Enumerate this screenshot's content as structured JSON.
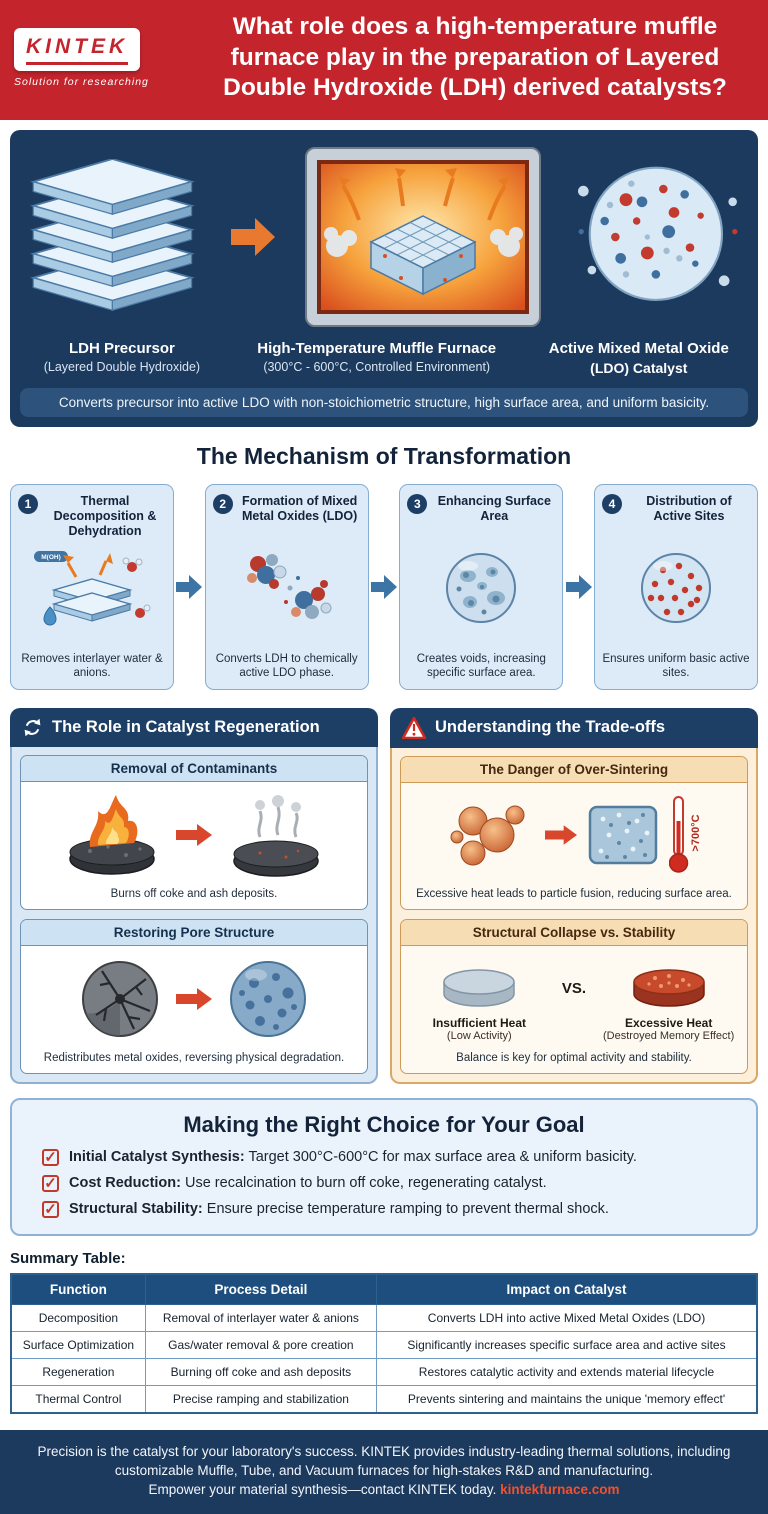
{
  "icons": {
    "check": "✓"
  },
  "header": {
    "logo_text": "KINTEK",
    "logo_tagline": "Solution for researching",
    "title": "What role does a high-temperature muffle furnace play in the preparation of Layered Double Hydroxide (LDH) derived catalysts?"
  },
  "hero": {
    "items": [
      {
        "label": "LDH Precursor",
        "sublabel": "(Layered Double Hydroxide)"
      },
      {
        "label": "High-Temperature Muffle Furnace",
        "sublabel": "(300°C - 600°C, Controlled Environment)"
      },
      {
        "label": "Active Mixed Metal Oxide",
        "sublabel": "(LDO) Catalyst"
      }
    ],
    "caption": "Converts precursor into active LDO with non-stoichiometric structure, high surface area, and uniform basicity."
  },
  "mechanism": {
    "title": "The Mechanism of Transformation",
    "step1_molecule": "M(OH)",
    "steps": [
      {
        "num": "1",
        "title": "Thermal Decomposition & Dehydration",
        "desc": "Removes interlayer water & anions."
      },
      {
        "num": "2",
        "title": "Formation of Mixed Metal Oxides (LDO)",
        "desc": "Converts LDH to chemically active LDO phase."
      },
      {
        "num": "3",
        "title": "Enhancing Surface Area",
        "desc": "Creates voids, increasing specific surface area."
      },
      {
        "num": "4",
        "title": "Distribution of Active Sites",
        "desc": "Ensures uniform basic active sites."
      }
    ]
  },
  "regeneration": {
    "title": "The Role in Catalyst Regeneration",
    "cards": [
      {
        "title": "Removal of Contaminants",
        "desc": "Burns off coke and ash deposits."
      },
      {
        "title": "Restoring Pore Structure",
        "desc": "Redistributes metal oxides, reversing physical degradation."
      }
    ]
  },
  "tradeoffs": {
    "title": "Understanding the Trade-offs",
    "sintering": {
      "title": "The Danger of Over-Sintering",
      "temp": ">700°C",
      "desc": "Excessive heat leads to particle fusion, reducing surface area."
    },
    "collapse": {
      "title": "Structural Collapse vs. Stability",
      "left_label": "Insufficient Heat",
      "left_sub": "(Low Activity)",
      "vs": "VS.",
      "right_label": "Excessive Heat",
      "right_sub": "(Destroyed Memory Effect)",
      "desc": "Balance is key for optimal activity and stability."
    }
  },
  "choice": {
    "title": "Making the Right Choice for Your Goal",
    "items": [
      {
        "lead": "Initial Catalyst Synthesis:",
        "text": " Target 300°C-600°C for max surface area & uniform basicity."
      },
      {
        "lead": "Cost Reduction:",
        "text": " Use recalcination to burn off coke, regenerating catalyst."
      },
      {
        "lead": "Structural Stability:",
        "text": " Ensure precise temperature ramping to prevent thermal shock."
      }
    ]
  },
  "summary": {
    "label": "Summary Table:",
    "headers": [
      "Function",
      "Process Detail",
      "Impact on Catalyst"
    ],
    "rows": [
      [
        "Decomposition",
        "Removal of interlayer water & anions",
        "Converts LDH into active Mixed Metal Oxides (LDO)"
      ],
      [
        "Surface Optimization",
        "Gas/water removal & pore creation",
        "Significantly increases specific surface area and active sites"
      ],
      [
        "Regeneration",
        "Burning off coke and ash deposits",
        "Restores catalytic activity and extends material lifecycle"
      ],
      [
        "Thermal Control",
        "Precise ramping and stabilization",
        "Prevents sintering and maintains the unique 'memory effect'"
      ]
    ]
  },
  "footer": {
    "body": "Precision is the catalyst for your laboratory's success. KINTEK provides industry-leading thermal solutions, including customizable Muffle, Tube, and Vacuum furnaces for high-stakes R&D and manufacturing.",
    "cta": "Empower your material synthesis—contact KINTEK today. ",
    "link": "kintekfurnace.com"
  }
}
